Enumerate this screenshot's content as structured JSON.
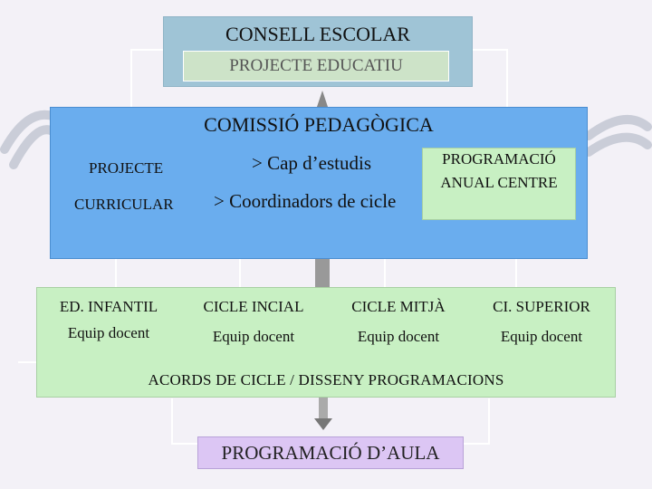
{
  "consell": {
    "title": "CONSELL ESCOLAR",
    "projecte_educatiu": "PROJECTE EDUCATIU"
  },
  "comissio": {
    "title": "COMISSIÓ PEDAGÒGICA",
    "projecte_curricular_line1": "PROJECTE",
    "projecte_curricular_line2": "CURRICULAR",
    "cap_estudis": "> Cap d’estudis",
    "coordinadors": "> Coordinadors de cicle",
    "programacio_anual_line1": "PROGRAMACIÓ",
    "programacio_anual_line2": "ANUAL CENTRE"
  },
  "cicles": [
    {
      "name": "ED. INFANTIL",
      "team": "Equip docent"
    },
    {
      "name": "CICLE INCIAL",
      "team": "Equip docent"
    },
    {
      "name": "CICLE MITJÀ",
      "team": "Equip docent"
    },
    {
      "name": "CI. SUPERIOR",
      "team": "Equip docent"
    }
  ],
  "acords": "ACORDS DE CICLE  /  DISSENY PROGRAMACIONS",
  "programacio_aula": "PROGRAMACIÓ D’AULA",
  "colors": {
    "consell_box": "#9fc4d6",
    "projecte_educatiu_box": "#cde3c8",
    "comissio_box": "#6aadee",
    "green_boxes": "#c8f0c3",
    "aula_box": "#dcc6f4"
  }
}
